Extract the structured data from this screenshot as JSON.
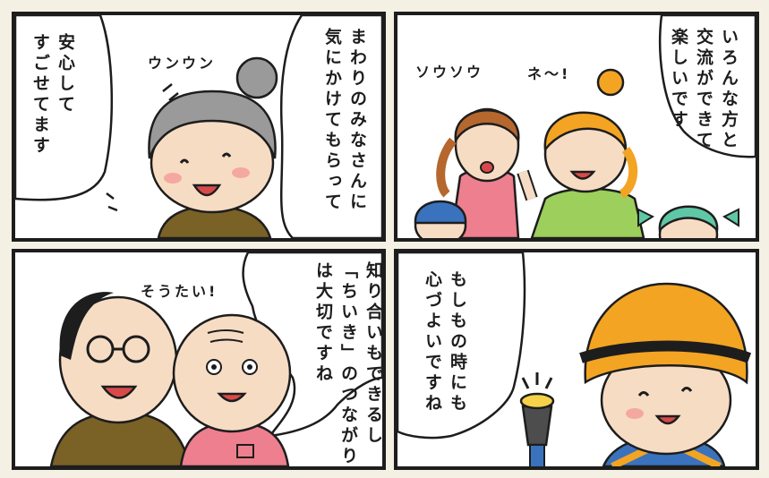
{
  "panels": {
    "grandma": {
      "bubble_left": "安心して\nすごせてます",
      "sfx": "ウンウン",
      "bubble_right": "まわりのみなさんに\n気にかけてもらって"
    },
    "family": {
      "sfx_left": "ソウソウ",
      "sfx_right": "ネ～!",
      "bubble": "いろんな方と\n交流ができて\n楽しいです"
    },
    "elders": {
      "sfx": "そうたい!",
      "bubble": "知り合いもできるし\n「ちいき」のつながり\nは大切ですね"
    },
    "kid": {
      "bubble": "もしもの時にも\n心づよいですね"
    }
  },
  "colors": {
    "frame": "#1d1d1d",
    "background": "#f4f0e3",
    "hair_gray": "#9a9a9a",
    "skin": "#f7dcc4",
    "helmet_orange": "#f3a423",
    "shirt_pink": "#ee7f8e",
    "shirt_green": "#9ccf5b",
    "kid_blue": "#3a72bd"
  }
}
